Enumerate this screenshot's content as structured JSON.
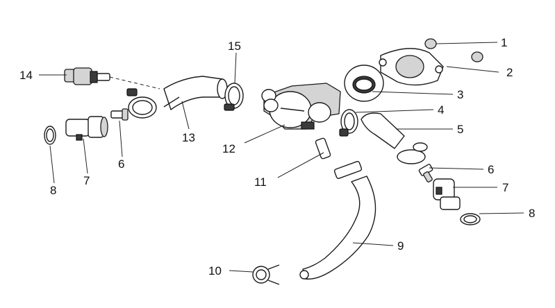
{
  "callouts": [
    {
      "id": "c1",
      "text": "1"
    },
    {
      "id": "c2",
      "text": "2"
    },
    {
      "id": "c3",
      "text": "3"
    },
    {
      "id": "c4",
      "text": "4"
    },
    {
      "id": "c5",
      "text": "5"
    },
    {
      "id": "c6r",
      "text": "6"
    },
    {
      "id": "c7r",
      "text": "7"
    },
    {
      "id": "c8r",
      "text": "8"
    },
    {
      "id": "c9",
      "text": "9"
    },
    {
      "id": "c10",
      "text": "10"
    },
    {
      "id": "c11",
      "text": "11"
    },
    {
      "id": "c12",
      "text": "12"
    },
    {
      "id": "c13",
      "text": "13"
    },
    {
      "id": "c14",
      "text": "14"
    },
    {
      "id": "c15",
      "text": "15"
    },
    {
      "id": "c6l",
      "text": "6"
    },
    {
      "id": "c7l",
      "text": "7"
    },
    {
      "id": "c8l",
      "text": "8"
    }
  ]
}
